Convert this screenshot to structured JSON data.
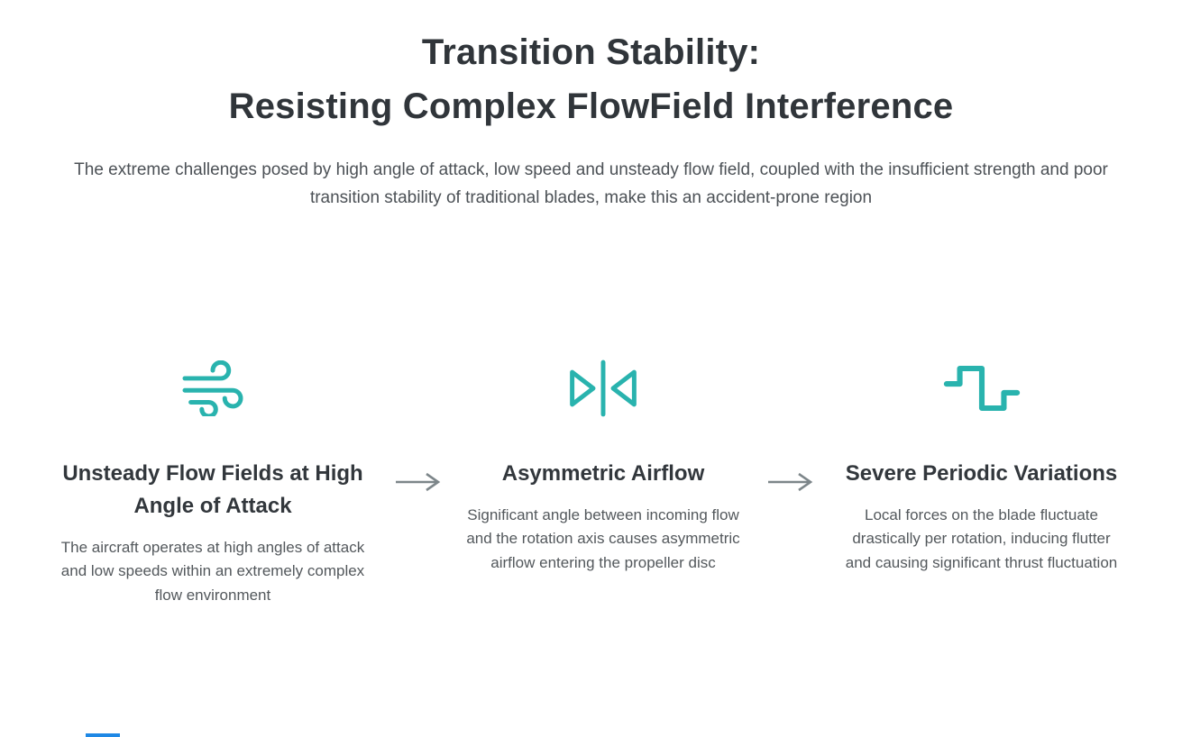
{
  "page": {
    "title_line1": "Transition Stability:",
    "title_line2": "Resisting Complex FlowField Interference",
    "subtitle": "The extreme challenges posed by high angle of attack, low speed and unsteady flow field, coupled with the insufficient strength and poor transition stability of traditional blades, make this an accident-prone region"
  },
  "colors": {
    "accent_teal": "#29b3ae",
    "heading_dark": "#32373c",
    "body_gray": "#53585c",
    "arrow_gray": "#7d868a",
    "bottom_bar_blue": "#1e88e5"
  },
  "steps": [
    {
      "icon": "wind-icon",
      "title": "Unsteady Flow Fields at High Angle of Attack",
      "description": "The aircraft operates at high angles of attack and low speeds within an extremely complex flow environment"
    },
    {
      "icon": "asymmetric-airflow-icon",
      "title": "Asymmetric Airflow",
      "description": "Significant angle between incoming flow and the rotation axis causes asymmetric airflow entering the propeller disc"
    },
    {
      "icon": "square-wave-icon",
      "title": "Severe Periodic Variations",
      "description": "Local forces on the blade fluctuate drastically per rotation, inducing flutter and causing significant thrust fluctuation"
    }
  ],
  "connectors": {
    "arrow_icon": "arrow-right-icon"
  }
}
